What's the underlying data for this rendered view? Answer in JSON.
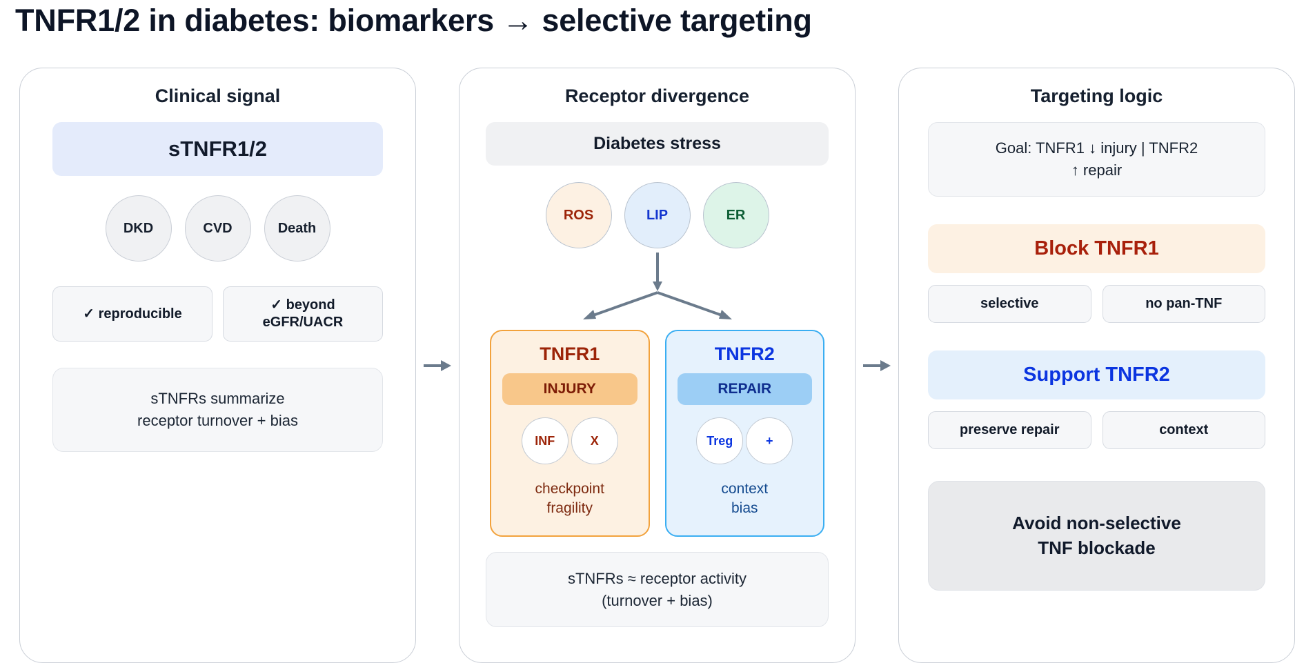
{
  "title": "TNFR1/2 in diabetes: biomarkers  →  selective targeting",
  "panel1": {
    "title": "Clinical signal",
    "hero": "sTNFR1/2",
    "outcomes": [
      {
        "label": "DKD"
      },
      {
        "label": "CVD"
      },
      {
        "label": "Death"
      }
    ],
    "chips": [
      {
        "label": "✓ reproducible"
      },
      {
        "label": "✓ beyond eGFR/UACR"
      }
    ],
    "note_line1": "sTNFRs summarize",
    "note_line2": "receptor turnover + bias"
  },
  "panel2": {
    "title": "Receptor divergence",
    "hero": "Diabetes stress",
    "stressors": [
      {
        "label": "ROS",
        "color": "#9c2408",
        "fill": "#fdf1e3"
      },
      {
        "label": "LIP",
        "color": "#1436cf",
        "fill": "#e2eefb"
      },
      {
        "label": "ER",
        "color": "#0b5c33",
        "fill": "#ddf4e8"
      }
    ],
    "receptors": [
      {
        "name": "TNFR1",
        "badge": "INJURY",
        "markers": [
          "INF",
          "X"
        ],
        "caption_line1": "checkpoint",
        "caption_line2": "fragility"
      },
      {
        "name": "TNFR2",
        "badge": "REPAIR",
        "markers": [
          "Treg",
          "+"
        ],
        "caption_line1": "context",
        "caption_line2": "bias"
      }
    ],
    "note_line1": "sTNFRs ≈ receptor activity",
    "note_line2": "(turnover + bias)"
  },
  "panel3": {
    "title": "Targeting logic",
    "goal_line1": "Goal: TNFR1 ↓ injury  |  TNFR2",
    "goal_line2": "↑ repair",
    "block": {
      "heading": "Block TNFR1",
      "chips": [
        "selective",
        "no pan-TNF"
      ]
    },
    "support": {
      "heading": "Support TNFR2",
      "chips": [
        "preserve repair",
        "context"
      ]
    },
    "avoid_line1": "Avoid non-selective",
    "avoid_line2": "TNF blockade"
  },
  "colors": {
    "tnfr1_accent": "#f2a23c",
    "tnfr1_text": "#9c2408",
    "tnfr2_accent": "#3aaef2",
    "tnfr2_text": "#0b35e0",
    "arrow": "#6b7b8c",
    "panel_border": "#c9ced6"
  }
}
